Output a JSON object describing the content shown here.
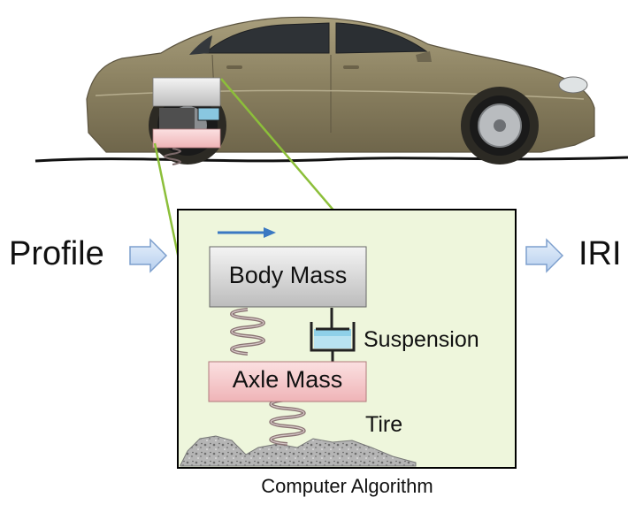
{
  "diagram": {
    "input_label": "Profile",
    "output_label": "IRI",
    "body_mass_label": "Body Mass",
    "axle_mass_label": "Axle Mass",
    "suspension_label": "Suspension",
    "tire_label": "Tire",
    "caption": "Computer Algorithm"
  },
  "colors": {
    "car_body": "#8d8363",
    "panel_background": "#eef6dc",
    "zoom_lines": "#8cbf3a",
    "body_mass_fill": "#cfcfcf",
    "axle_mass_fill": "#f4c4c6",
    "flow_arrow_fill": "#cfe0f5",
    "direction_arrow": "#3a78c2"
  }
}
